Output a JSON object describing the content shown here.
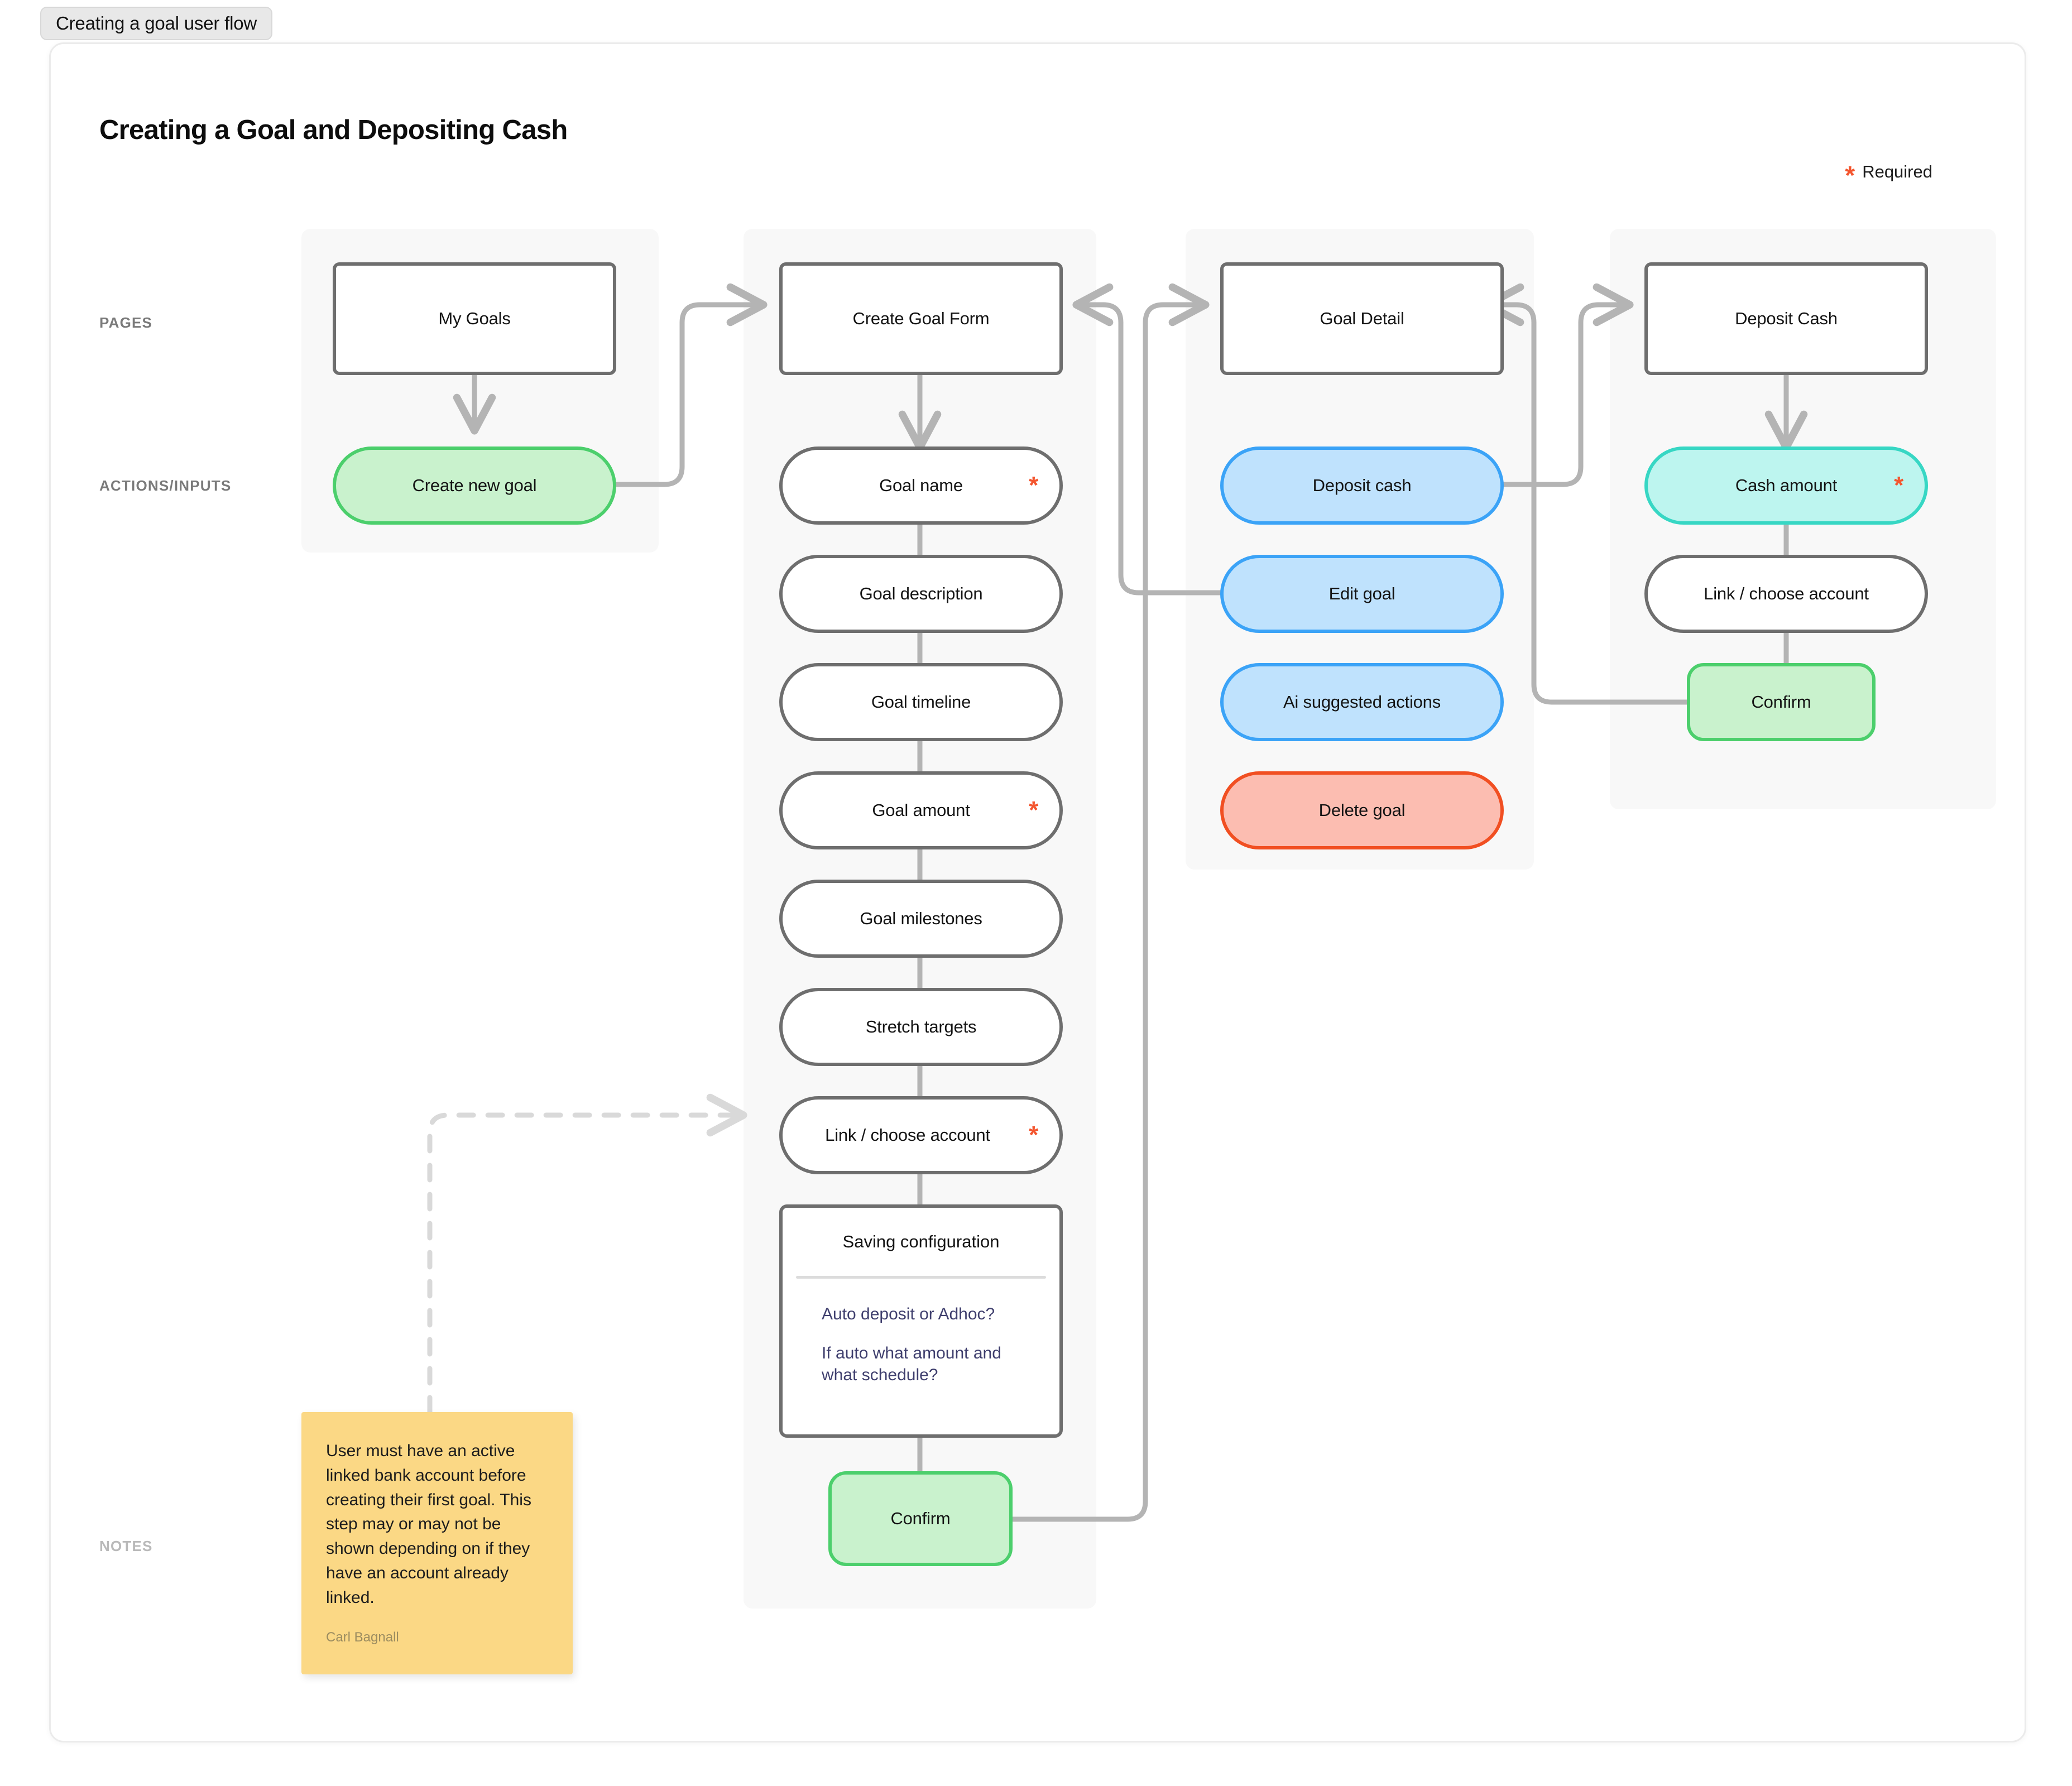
{
  "tab": {
    "label": "Creating a goal user flow"
  },
  "page": {
    "title": "Creating a Goal and Depositing Cash"
  },
  "legend": {
    "asterisk": "*",
    "label": "Required"
  },
  "lanes": [
    {
      "id": "pages",
      "label": "PAGES"
    },
    {
      "id": "actions",
      "label": "ACTIONS/INPUTS"
    },
    {
      "id": "notes",
      "label": "NOTES"
    }
  ],
  "colors": {
    "required": "#f4552e",
    "green_fill": "#c9f2cd",
    "green_border": "#4ccf6c",
    "blue_fill": "#bfe2fd",
    "blue_border": "#3ba3f7",
    "teal_fill": "#bdf5ef",
    "teal_border": "#37d7c4",
    "red_fill": "#fcbdb1",
    "red_border": "#f14f22",
    "note_fill": "#fbd885",
    "panel_fill": "#f8f8f8",
    "node_border": "#6e6e6e",
    "connector": "#b4b4b4"
  },
  "columns": [
    {
      "id": "my-goals",
      "page": "My Goals",
      "steps": [
        {
          "label": "Create new goal",
          "style": "green",
          "required": false
        }
      ]
    },
    {
      "id": "create-goal-form",
      "page": "Create Goal Form",
      "steps": [
        {
          "label": "Goal name",
          "style": "plain",
          "required": true
        },
        {
          "label": "Goal description",
          "style": "plain",
          "required": false
        },
        {
          "label": "Goal timeline",
          "style": "plain",
          "required": false
        },
        {
          "label": "Goal amount",
          "style": "plain",
          "required": true
        },
        {
          "label": "Goal milestones",
          "style": "plain",
          "required": false
        },
        {
          "label": "Stretch targets",
          "style": "plain",
          "required": false
        },
        {
          "label": "Link / choose account",
          "style": "plain",
          "required": true
        }
      ],
      "card": {
        "title": "Saving configuration",
        "lines": [
          "Auto deposit or Adhoc?",
          "If auto what amount and what schedule?"
        ]
      },
      "confirm": {
        "label": "Confirm",
        "style": "green"
      }
    },
    {
      "id": "goal-detail",
      "page": "Goal Detail",
      "steps": [
        {
          "label": "Deposit cash",
          "style": "blue",
          "required": false
        },
        {
          "label": "Edit goal",
          "style": "blue",
          "required": false
        },
        {
          "label": "Ai suggested actions",
          "style": "blue",
          "required": false
        },
        {
          "label": "Delete goal",
          "style": "red",
          "required": false
        }
      ]
    },
    {
      "id": "deposit-cash",
      "page": "Deposit Cash",
      "steps": [
        {
          "label": "Cash amount",
          "style": "teal",
          "required": true
        },
        {
          "label": "Link / choose account",
          "style": "plain",
          "required": false
        },
        {
          "label": "Confirm",
          "style": "green",
          "required": false
        }
      ]
    }
  ],
  "note": {
    "body": "User must have an active linked bank account before creating their first goal. This step may or may not be shown depending on if they have an account already linked.",
    "author": "Carl Bagnall"
  }
}
